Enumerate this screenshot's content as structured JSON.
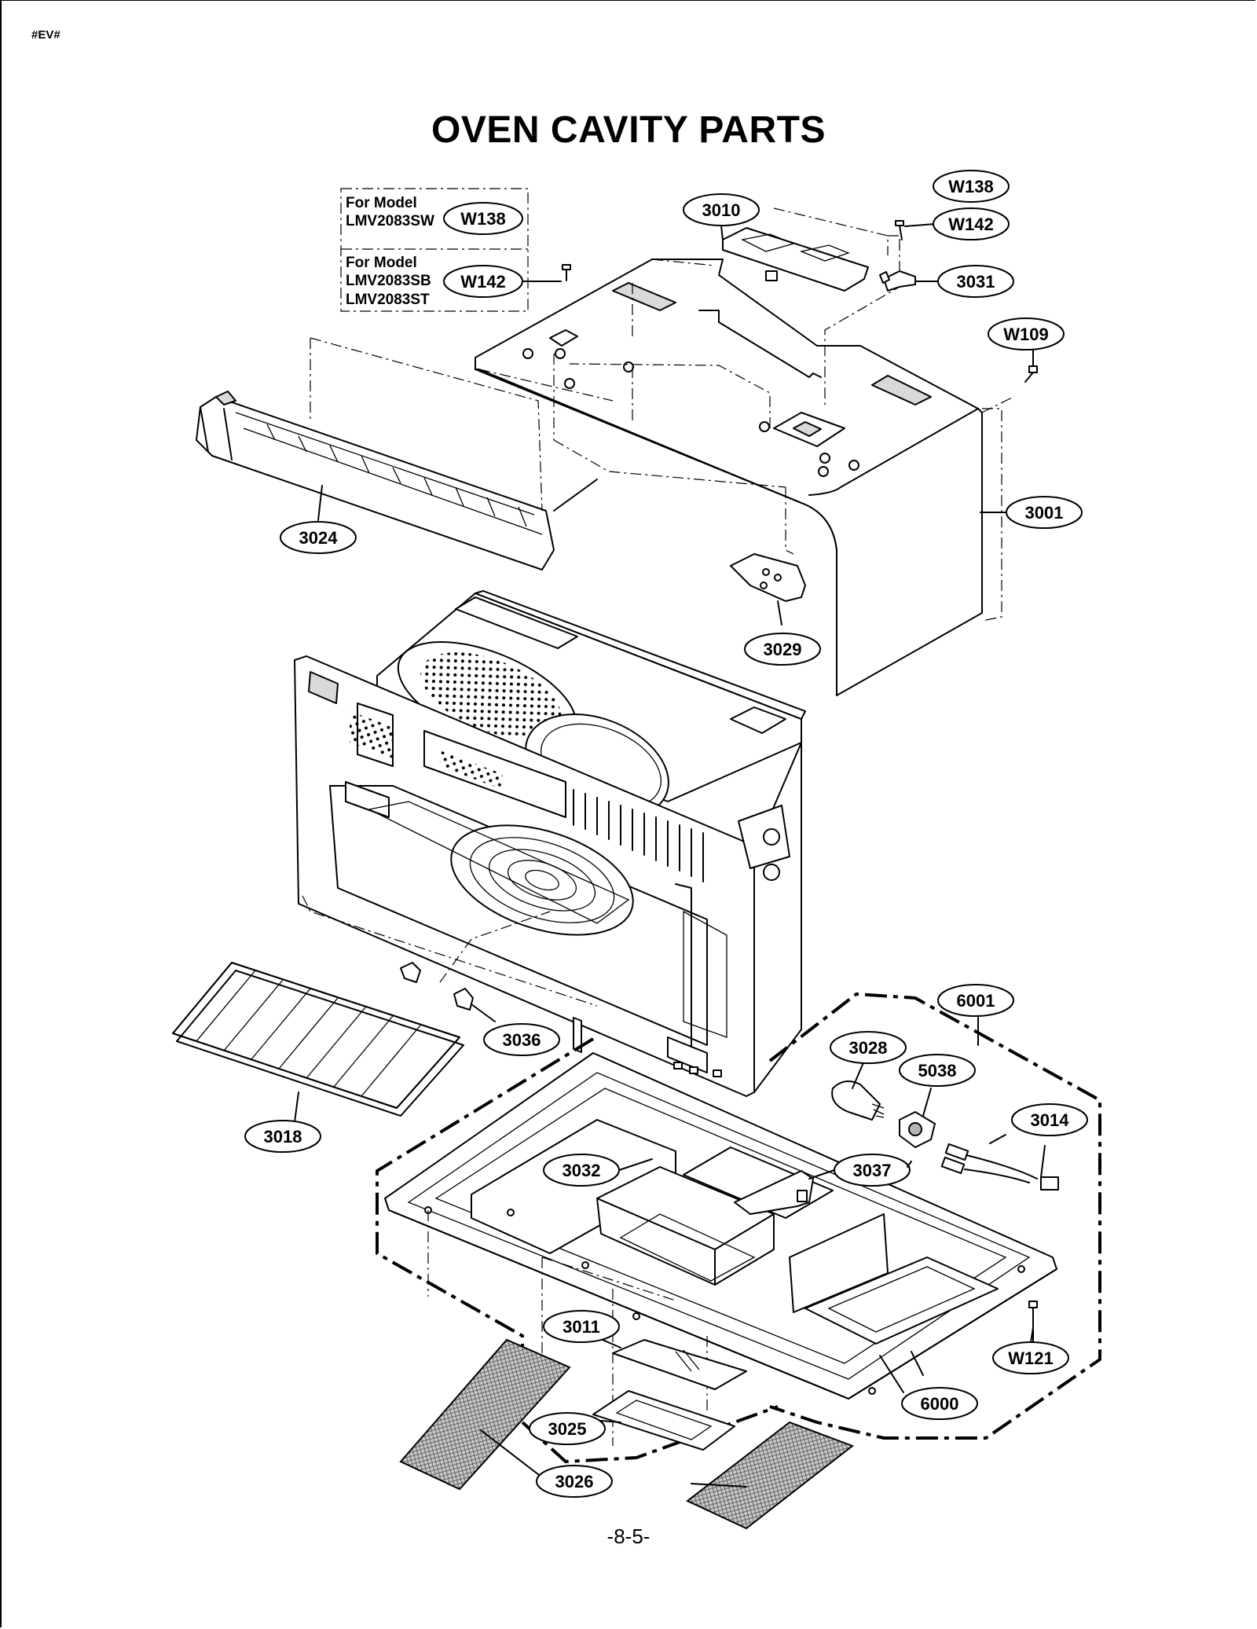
{
  "page": {
    "code": "#EV#",
    "title": "OVEN CAVITY PARTS",
    "number": "-8-5-"
  },
  "model_notes": [
    {
      "prefix": "For Model",
      "models": [
        "LMV2083SW"
      ],
      "part": "W138"
    },
    {
      "prefix": "For Model",
      "models": [
        "LMV2083SB",
        "LMV2083ST"
      ],
      "part": "W142"
    }
  ],
  "callouts": {
    "c3010": "3010",
    "cW138": "W138",
    "cW142": "W142",
    "c3031": "3031",
    "cW109": "W109",
    "c3001": "3001",
    "c3024": "3024",
    "c3029": "3029",
    "c6001": "6001",
    "c3028": "3028",
    "c5038": "5038",
    "c3014": "3014",
    "c3036": "3036",
    "c3018": "3018",
    "c3032": "3032",
    "c3037": "3037",
    "c3011": "3011",
    "cW121": "W121",
    "c6000": "6000",
    "c3025": "3025",
    "c3026": "3026"
  }
}
